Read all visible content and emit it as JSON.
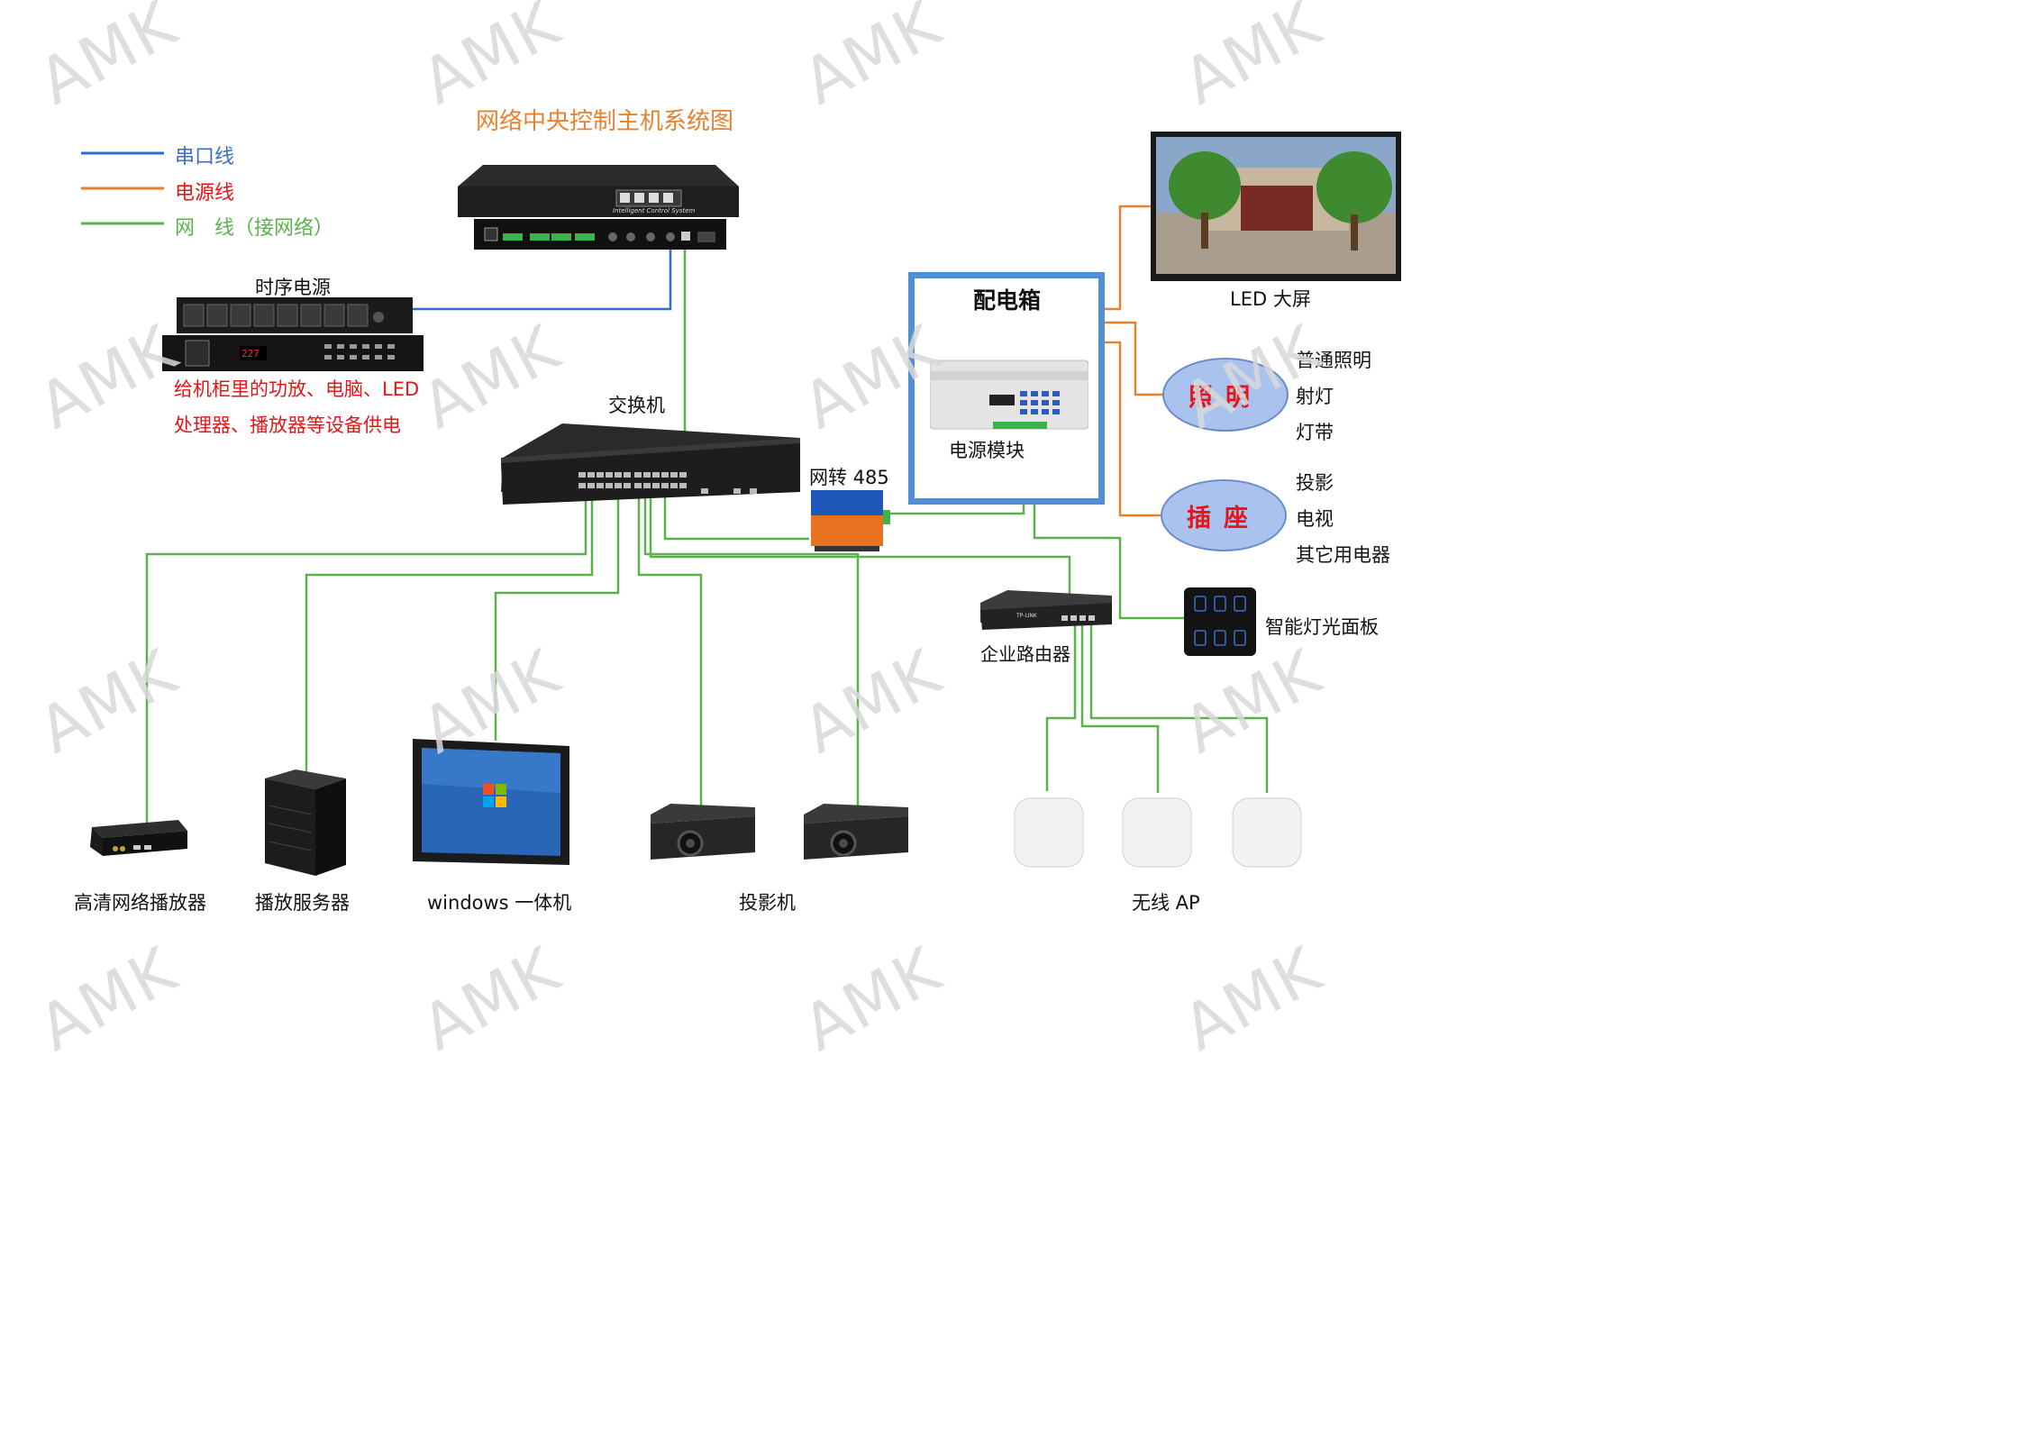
{
  "title": "网络中央控制主机系统图",
  "legend": [
    {
      "label": "串口线",
      "color": "#2e6fd0",
      "text_color": "#3b6dc7"
    },
    {
      "label": "电源线",
      "color": "#e8812f",
      "text_color": "#e81414"
    },
    {
      "label": "网　线（接网络）",
      "color": "#5cb24a",
      "text_color": "#5cb24a"
    }
  ],
  "watermark": "AMK",
  "devices": {
    "controller_panel_text": "Intelligent Control System",
    "sequencer": "时序电源",
    "sequencer_display": "227",
    "sequencer_note": [
      "给机柜里的功放、电脑、LED",
      "处理器、播放器等设备供电"
    ],
    "switch": "交换机",
    "converter": "网转 485",
    "distribution_box": "配电箱",
    "power_module": "电源模块",
    "led_screen": "LED 大屏",
    "lighting": "照明",
    "lighting_items": [
      "普通照明",
      "射灯",
      "灯带"
    ],
    "socket": "插座",
    "socket_items": [
      "投影",
      "电视",
      "其它用电器"
    ],
    "light_panel": "智能灯光面板",
    "router": "企业路由器",
    "router_brand": "TP-LINK",
    "hd_player": "高清网络播放器",
    "media_server": "播放服务器",
    "windows_pc": "windows 一体机",
    "projector": "投影机",
    "wireless_ap": "无线 AP"
  }
}
